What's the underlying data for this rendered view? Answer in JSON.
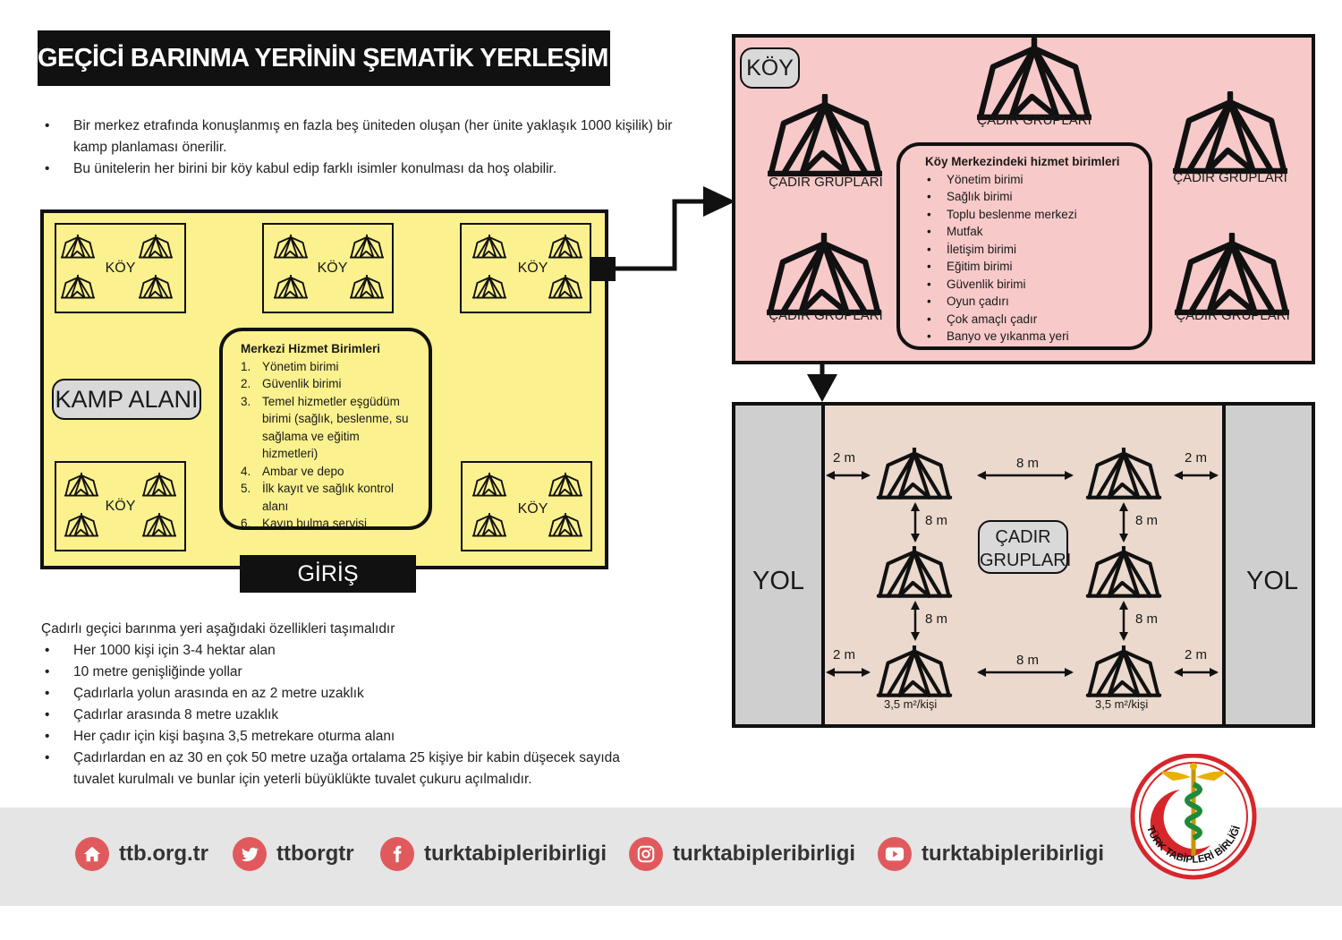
{
  "title": "GEÇİCİ BARINMA YERİNİN ŞEMATİK YERLEŞİM BİÇİMİ",
  "intro": [
    "Bir merkez etrafında konuşlanmış en fazla beş üniteden oluşan (her ünite yaklaşık 1000 kişilik) bir kamp planlaması önerilir.",
    "Bu ünitelerin her birini bir köy kabul edip farklı isimler konulması da hoş olabilir."
  ],
  "camp": {
    "label": "KAMP ALANI",
    "village_label": "KÖY",
    "entrance": "GİRİŞ",
    "central_title": "Merkezi Hizmet Birimleri",
    "central_items": [
      {
        "n": "1.",
        "t": "Yönetim birimi"
      },
      {
        "n": "2.",
        "t": "Güvenlik birimi"
      },
      {
        "n": "3.",
        "t": "Temel hizmetler eşgüdüm birimi (sağlık, beslenme, su sağlama ve eğitim hizmetleri)"
      },
      {
        "n": "4.",
        "t": "Ambar ve depo"
      },
      {
        "n": "5.",
        "t": "İlk kayıt ve sağlık kontrol alanı"
      },
      {
        "n": "6.",
        "t": "Kayıp bulma servisi"
      }
    ]
  },
  "koy": {
    "label": "KÖY",
    "tent_group_label": "ÇADIR GRUPLARI",
    "center_title": "Köy Merkezindeki hizmet birimleri",
    "center_items": [
      "Yönetim birimi",
      "Sağlık birimi",
      "Toplu beslenme merkezi",
      "Mutfak",
      "İletişim birimi",
      "Eğitim birimi",
      "Güvenlik birimi",
      "Oyun çadırı",
      "Çok amaçlı çadır",
      "Banyo ve yıkanma yeri"
    ]
  },
  "layout": {
    "road_label": "YOL",
    "group_label_1": "ÇADIR",
    "group_label_2": "GRUPLARI",
    "dist_2m": "2 m",
    "dist_8m": "8 m",
    "area_label": "3,5 m²/kişi"
  },
  "requirements_heading": "Çadırlı geçici barınma yeri aşağıdaki özellikleri taşımalıdır",
  "requirements": [
    "Her 1000 kişi için 3-4 hektar alan",
    "10 metre genişliğinde yollar",
    "Çadırlarla yolun arasında en az 2 metre uzaklık",
    "Çadırlar arasında 8 metre uzaklık",
    "Her çadır için kişi başına 3,5 metrekare oturma alanı",
    "Çadırlardan en az 30 en çok 50 metre uzağa ortalama 25 kişiye bir kabin düşecek sayıda tuvalet kurulmalı ve bunlar için yeterli büyüklükte tuvalet çukuru açılmalıdır."
  ],
  "social": {
    "web": "ttb.org.tr",
    "twitter": "ttborgtr",
    "facebook": "turktabipleribirligi",
    "instagram": "turktabipleribirligi",
    "youtube": "turktabipleribirligi"
  },
  "logo_text": "TÜRK TABİPLERİ BİRLİĞİ",
  "colors": {
    "camp_bg": "#fbf18e",
    "koy_bg": "#f7c9c9",
    "layout_bg": "#ead9cc",
    "road": "#cfcfcf",
    "accent": "#e05a5d",
    "logo_red": "#d7262b"
  }
}
